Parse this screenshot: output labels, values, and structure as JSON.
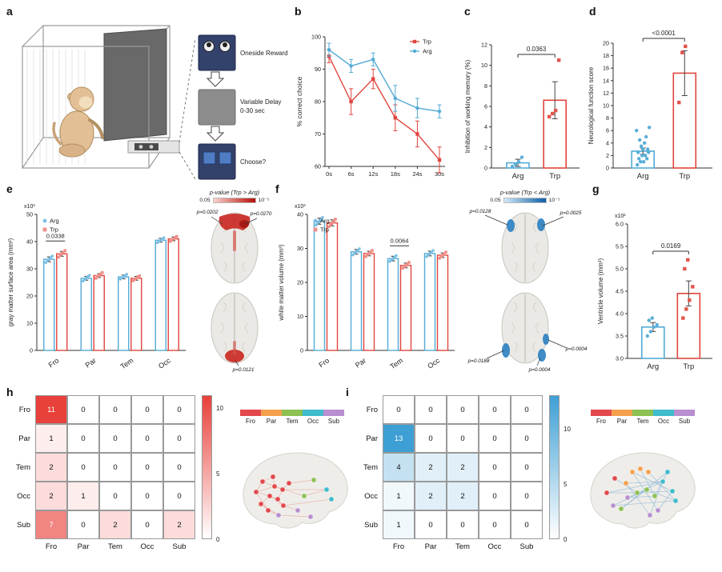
{
  "figure": {
    "background": "#ffffff"
  },
  "colors": {
    "trp": "#e0453e",
    "arg": "#53aad5",
    "trp_points": "#ef8f88",
    "arg_points": "#7cc0e3",
    "heat_red": "#e8403a",
    "heat_blue": "#3e9fd4",
    "regions": [
      {
        "name": "Fro",
        "color": "#e2494d"
      },
      {
        "name": "Par",
        "color": "#f6a04e"
      },
      {
        "name": "Tem",
        "color": "#8dc152"
      },
      {
        "name": "Occ",
        "color": "#3fbccd"
      },
      {
        "name": "Sub",
        "color": "#b98fd0"
      }
    ]
  },
  "panel_a": {
    "label": "a",
    "steps": [
      {
        "line1": "Oneside Reward",
        "line2": ""
      },
      {
        "line1": "Variable Delay",
        "line2": "0-30 sec"
      },
      {
        "line1": "Choose?",
        "line2": ""
      }
    ]
  },
  "panel_b": {
    "label": "b",
    "ylabel": "% correct choice",
    "x_labels": [
      "0s",
      "6s",
      "12s",
      "18s",
      "24s",
      "30s"
    ],
    "ylim": [
      60,
      100
    ],
    "yticks": [
      60,
      70,
      80,
      90,
      100
    ],
    "series": [
      {
        "name": "Trp",
        "color": "#e0453e",
        "marker": "square",
        "values": [
          94,
          80,
          87,
          75,
          70,
          62
        ],
        "errors": [
          2,
          4,
          3,
          4,
          4,
          4
        ]
      },
      {
        "name": "Arg",
        "color": "#53aad5",
        "marker": "circle",
        "values": [
          96,
          91,
          93,
          81,
          78,
          77
        ],
        "errors": [
          2,
          2,
          2,
          4,
          3,
          2
        ]
      }
    ]
  },
  "panel_c": {
    "label": "c",
    "ylabel": "Inhibition of working memory (%)",
    "ylim": [
      0,
      12
    ],
    "yticks": [
      0,
      2,
      4,
      6,
      8,
      10,
      12
    ],
    "significance": "0.0363",
    "groups": [
      {
        "name": "Arg",
        "color": "#53aad5",
        "point_color": "#58aed8",
        "marker": "circle",
        "value": 0.5,
        "error": 0.35,
        "points": [
          0.15,
          0.35,
          0.6,
          1.05
        ]
      },
      {
        "name": "Trp",
        "color": "#e0453e",
        "point_color": "#e2554e",
        "marker": "square",
        "value": 6.6,
        "error": 1.8,
        "points": [
          5.0,
          5.3,
          5.6,
          10.5
        ]
      }
    ]
  },
  "panel_d": {
    "label": "d",
    "ylabel": "Neurological function score",
    "ylim": [
      0,
      20
    ],
    "yticks": [
      0,
      2,
      4,
      6,
      8,
      10,
      12,
      14,
      16,
      18,
      20
    ],
    "significance": "<0.0001",
    "groups": [
      {
        "name": "Arg",
        "color": "#53aad5",
        "point_color": "#58aed8",
        "marker": "circle",
        "value": 2.7,
        "error": 0.5,
        "points": [
          0.5,
          1.0,
          1.0,
          1.5,
          1.5,
          2.0,
          2.0,
          2.5,
          2.5,
          3.0,
          3.0,
          3.5,
          4.0,
          4.5,
          5.0,
          6.0,
          6.5
        ]
      },
      {
        "name": "Trp",
        "color": "#e0453e",
        "point_color": "#e2554e",
        "marker": "square",
        "value": 15.2,
        "error": 3.6,
        "points": [
          10.5,
          18.5,
          19.5
        ]
      }
    ]
  },
  "panel_e": {
    "label": "e",
    "ylabel": "gray matter surface area (mm²)",
    "multiplier": "x10³",
    "categories": [
      "Fro",
      "Par",
      "Tem",
      "Occ"
    ],
    "ylim": [
      0,
      50
    ],
    "yticks": [
      0,
      10,
      20,
      30,
      40,
      50
    ],
    "significance": {
      "text": "0.0338",
      "category_index": 0
    },
    "series": [
      {
        "name": "Arg",
        "color": "#53aad5",
        "point_color": "#7cc0e3",
        "marker": "circle",
        "values": [
          33.5,
          26.5,
          27.0,
          40.5
        ],
        "errors": [
          0.9,
          0.7,
          0.7,
          0.7
        ],
        "points": [
          [
            32.3,
            33.0,
            33.5,
            34.1,
            34.7
          ],
          [
            25.5,
            26.1,
            26.6,
            27.1,
            27.6
          ],
          [
            26.2,
            26.7,
            27.1,
            27.5,
            28.0
          ],
          [
            39.6,
            40.1,
            40.5,
            41.0,
            41.4
          ]
        ]
      },
      {
        "name": "Trp",
        "color": "#e0453e",
        "point_color": "#ef8f88",
        "marker": "square",
        "values": [
          35.5,
          27.5,
          26.5,
          41.0
        ],
        "errors": [
          0.9,
          0.7,
          0.7,
          0.7
        ],
        "points": [
          [
            34.3,
            35.0,
            35.6,
            36.1,
            36.7
          ],
          [
            26.5,
            27.1,
            27.6,
            28.1,
            28.6
          ],
          [
            25.6,
            26.1,
            26.5,
            27.0,
            27.4
          ],
          [
            40.1,
            40.6,
            41.0,
            41.5,
            41.9
          ]
        ]
      }
    ],
    "brain": {
      "colorbar_label": "p-value (Trp > Arg)",
      "colorbar_ticks": [
        "0.05",
        "10⁻⁵"
      ],
      "annotations": [
        "p=0.0202",
        "p=0.0270",
        "p=0.0121"
      ]
    }
  },
  "panel_f": {
    "label": "f",
    "ylabel": "white matter volume (mm³)",
    "multiplier": "x10³",
    "categories": [
      "Fro",
      "Par",
      "Tem",
      "Occ"
    ],
    "ylim": [
      0,
      40
    ],
    "yticks": [
      0,
      10,
      20,
      30,
      40
    ],
    "significance": {
      "text": "0.0064",
      "category_index": 2
    },
    "series": [
      {
        "name": "Arg",
        "color": "#53aad5",
        "point_color": "#7cc0e3",
        "marker": "circle",
        "values": [
          38.0,
          29.0,
          27.0,
          28.5
        ],
        "errors": [
          0.9,
          0.7,
          0.7,
          0.7
        ],
        "points": [
          [
            36.9,
            37.5,
            38.0,
            38.5,
            39.1
          ],
          [
            28.1,
            28.6,
            29.0,
            29.4,
            29.9
          ],
          [
            26.2,
            26.6,
            27.0,
            27.4,
            27.9
          ],
          [
            27.6,
            28.1,
            28.5,
            28.9,
            29.4
          ]
        ]
      },
      {
        "name": "Trp",
        "color": "#e0453e",
        "point_color": "#ef8f88",
        "marker": "square",
        "values": [
          37.5,
          28.5,
          25.0,
          28.0
        ],
        "errors": [
          0.9,
          0.7,
          0.7,
          0.7
        ],
        "points": [
          [
            36.4,
            37.0,
            37.5,
            38.0,
            38.6
          ],
          [
            27.6,
            28.1,
            28.5,
            28.9,
            29.4
          ],
          [
            24.2,
            24.6,
            25.0,
            25.4,
            25.9
          ],
          [
            27.1,
            27.6,
            28.0,
            28.4,
            28.9
          ]
        ]
      }
    ],
    "brain": {
      "colorbar_label": "p-value (Trp < Arg)",
      "colorbar_ticks": [
        "0.05",
        "10⁻⁵"
      ],
      "annotations": [
        "p=0.0128",
        "p=0.0025",
        "p=0.0188",
        "p=0.0004",
        "p=0.0004"
      ]
    }
  },
  "panel_g": {
    "label": "g",
    "ylabel": "Ventricle volume (mm³)",
    "multiplier": "x10²",
    "ylim": [
      3.0,
      6.0
    ],
    "yticks": [
      3.0,
      3.5,
      4.0,
      4.5,
      5.0,
      5.5,
      6.0
    ],
    "significance": "0.0169",
    "groups": [
      {
        "name": "Arg",
        "color": "#53aad5",
        "point_color": "#58aed8",
        "marker": "circle",
        "value": 3.7,
        "error": 0.1,
        "points": [
          3.5,
          3.6,
          3.7,
          3.75,
          3.85,
          3.9
        ]
      },
      {
        "name": "Trp",
        "color": "#e0453e",
        "point_color": "#e2554e",
        "marker": "square",
        "value": 4.45,
        "error": 0.28,
        "points": [
          3.9,
          4.1,
          4.3,
          4.6,
          5.0,
          5.2
        ]
      }
    ]
  },
  "panel_h": {
    "label": "h",
    "rows": [
      "Fro",
      "Par",
      "Tem",
      "Occ",
      "Sub"
    ],
    "cols": [
      "Fro",
      "Par",
      "Tem",
      "Occ",
      "Sub"
    ],
    "matrix": [
      [
        11,
        0,
        0,
        0,
        0
      ],
      [
        1,
        0,
        0,
        0,
        0
      ],
      [
        2,
        0,
        0,
        0,
        0
      ],
      [
        2,
        1,
        0,
        0,
        0
      ],
      [
        7,
        0,
        2,
        0,
        2
      ]
    ],
    "vmax": 11,
    "base_color": "#e8403a",
    "colorbar_ticks": [
      10,
      5,
      0
    ],
    "network": {
      "edge_color": "#e8a8a2",
      "nodes": [
        [
          30,
          75,
          0
        ],
        [
          38,
          62,
          0
        ],
        [
          47,
          80,
          0
        ],
        [
          36,
          90,
          0
        ],
        [
          53,
          68,
          0
        ],
        [
          57,
          84,
          0
        ],
        [
          45,
          98,
          0
        ],
        [
          63,
          72,
          0
        ],
        [
          51,
          56,
          0
        ],
        [
          64,
          92,
          0
        ],
        [
          71,
          64,
          0
        ],
        [
          58,
          104,
          4
        ],
        [
          82,
          98,
          4
        ],
        [
          90,
          80,
          2
        ],
        [
          102,
          60,
          2
        ],
        [
          118,
          72,
          3
        ],
        [
          124,
          84,
          3
        ],
        [
          98,
          106,
          4
        ]
      ],
      "edges": [
        [
          0,
          1
        ],
        [
          0,
          2
        ],
        [
          1,
          4
        ],
        [
          2,
          5
        ],
        [
          3,
          6
        ],
        [
          4,
          7
        ],
        [
          5,
          9
        ],
        [
          6,
          11
        ],
        [
          7,
          10
        ],
        [
          8,
          4
        ],
        [
          2,
          3
        ],
        [
          0,
          4
        ],
        [
          1,
          8
        ],
        [
          5,
          7
        ],
        [
          9,
          12
        ],
        [
          10,
          14
        ],
        [
          13,
          15
        ],
        [
          7,
          15
        ],
        [
          9,
          16
        ],
        [
          4,
          13
        ],
        [
          0,
          6
        ],
        [
          2,
          9
        ],
        [
          11,
          17
        ],
        [
          3,
          11
        ]
      ]
    }
  },
  "panel_i": {
    "label": "i",
    "rows": [
      "Fro",
      "Par",
      "Tem",
      "Occ",
      "Sub"
    ],
    "cols": [
      "Fro",
      "Par",
      "Tem",
      "Occ",
      "Sub"
    ],
    "matrix": [
      [
        0,
        0,
        0,
        0,
        0
      ],
      [
        13,
        0,
        0,
        0,
        0
      ],
      [
        4,
        2,
        2,
        0,
        0
      ],
      [
        1,
        2,
        2,
        0,
        0
      ],
      [
        1,
        0,
        0,
        0,
        0
      ]
    ],
    "vmax": 13,
    "base_color": "#3e9fd4",
    "colorbar_ticks": [
      10,
      5,
      0
    ],
    "network": {
      "edge_color": "#90b9d9",
      "nodes": [
        [
          34,
          76,
          0
        ],
        [
          42,
          92,
          4
        ],
        [
          58,
          64,
          1
        ],
        [
          66,
          50,
          1
        ],
        [
          76,
          46,
          1
        ],
        [
          86,
          50,
          1
        ],
        [
          72,
          76,
          2
        ],
        [
          84,
          72,
          2
        ],
        [
          94,
          80,
          2
        ],
        [
          104,
          62,
          3
        ],
        [
          116,
          74,
          3
        ],
        [
          120,
          86,
          3
        ],
        [
          88,
          104,
          4
        ],
        [
          98,
          98,
          4
        ],
        [
          52,
          96,
          2
        ],
        [
          60,
          82,
          4
        ],
        [
          110,
          50,
          3
        ],
        [
          44,
          58,
          0
        ]
      ],
      "edges": [
        [
          0,
          6
        ],
        [
          1,
          7
        ],
        [
          2,
          9
        ],
        [
          3,
          10
        ],
        [
          4,
          8
        ],
        [
          5,
          11
        ],
        [
          6,
          10
        ],
        [
          7,
          11
        ],
        [
          8,
          16
        ],
        [
          12,
          9
        ],
        [
          13,
          10
        ],
        [
          14,
          7
        ],
        [
          15,
          8
        ],
        [
          17,
          6
        ],
        [
          2,
          12
        ],
        [
          3,
          13
        ],
        [
          0,
          9
        ],
        [
          1,
          11
        ],
        [
          14,
          16
        ],
        [
          15,
          9
        ]
      ]
    }
  },
  "chart_data": [
    {
      "id": "b",
      "type": "line",
      "x": [
        "0s",
        "6s",
        "12s",
        "18s",
        "24s",
        "30s"
      ],
      "ylabel": "% correct choice",
      "ylim": [
        60,
        100
      ],
      "series": [
        {
          "name": "Trp",
          "values": [
            94,
            80,
            87,
            75,
            70,
            62
          ]
        },
        {
          "name": "Arg",
          "values": [
            96,
            91,
            93,
            81,
            78,
            77
          ]
        }
      ]
    },
    {
      "id": "c",
      "type": "bar",
      "categories": [
        "Arg",
        "Trp"
      ],
      "values": [
        0.5,
        6.6
      ],
      "ylabel": "Inhibition of working memory (%)",
      "ylim": [
        0,
        12
      ],
      "significance": "0.0363"
    },
    {
      "id": "d",
      "type": "bar",
      "categories": [
        "Arg",
        "Trp"
      ],
      "values": [
        2.7,
        15.2
      ],
      "ylabel": "Neurological function score",
      "ylim": [
        0,
        20
      ],
      "significance": "<0.0001"
    },
    {
      "id": "e",
      "type": "bar",
      "categories": [
        "Fro",
        "Par",
        "Tem",
        "Occ"
      ],
      "ylabel": "gray matter surface area (mm²)",
      "units": "x10³",
      "ylim": [
        0,
        50
      ],
      "significance": "0.0338 at Fro",
      "series": [
        {
          "name": "Arg",
          "values": [
            33.5,
            26.5,
            27.0,
            40.5
          ]
        },
        {
          "name": "Trp",
          "values": [
            35.5,
            27.5,
            26.5,
            41.0
          ]
        }
      ]
    },
    {
      "id": "f",
      "type": "bar",
      "categories": [
        "Fro",
        "Par",
        "Tem",
        "Occ"
      ],
      "ylabel": "white matter volume (mm³)",
      "units": "x10³",
      "ylim": [
        0,
        40
      ],
      "significance": "0.0064 at Tem",
      "series": [
        {
          "name": "Arg",
          "values": [
            38.0,
            29.0,
            27.0,
            28.5
          ]
        },
        {
          "name": "Trp",
          "values": [
            37.5,
            28.5,
            25.0,
            28.0
          ]
        }
      ]
    },
    {
      "id": "g",
      "type": "bar",
      "categories": [
        "Arg",
        "Trp"
      ],
      "values": [
        3.7,
        4.45
      ],
      "ylabel": "Ventricle volume (mm³)",
      "units": "x10²",
      "ylim": [
        3.0,
        6.0
      ],
      "significance": "0.0169"
    },
    {
      "id": "h",
      "type": "heatmap",
      "rows": [
        "Fro",
        "Par",
        "Tem",
        "Occ",
        "Sub"
      ],
      "cols": [
        "Fro",
        "Par",
        "Tem",
        "Occ",
        "Sub"
      ],
      "matrix": [
        [
          11,
          0,
          0,
          0,
          0
        ],
        [
          1,
          0,
          0,
          0,
          0
        ],
        [
          2,
          0,
          0,
          0,
          0
        ],
        [
          2,
          1,
          0,
          0,
          0
        ],
        [
          7,
          0,
          2,
          0,
          2
        ]
      ],
      "colorbar": [
        0,
        10
      ],
      "colormap": "red"
    },
    {
      "id": "i",
      "type": "heatmap",
      "rows": [
        "Fro",
        "Par",
        "Tem",
        "Occ",
        "Sub"
      ],
      "cols": [
        "Fro",
        "Par",
        "Tem",
        "Occ",
        "Sub"
      ],
      "matrix": [
        [
          0,
          0,
          0,
          0,
          0
        ],
        [
          13,
          0,
          0,
          0,
          0
        ],
        [
          4,
          2,
          2,
          0,
          0
        ],
        [
          1,
          2,
          2,
          0,
          0
        ],
        [
          1,
          0,
          0,
          0,
          0
        ]
      ],
      "colorbar": [
        0,
        10
      ],
      "colormap": "blue"
    }
  ]
}
